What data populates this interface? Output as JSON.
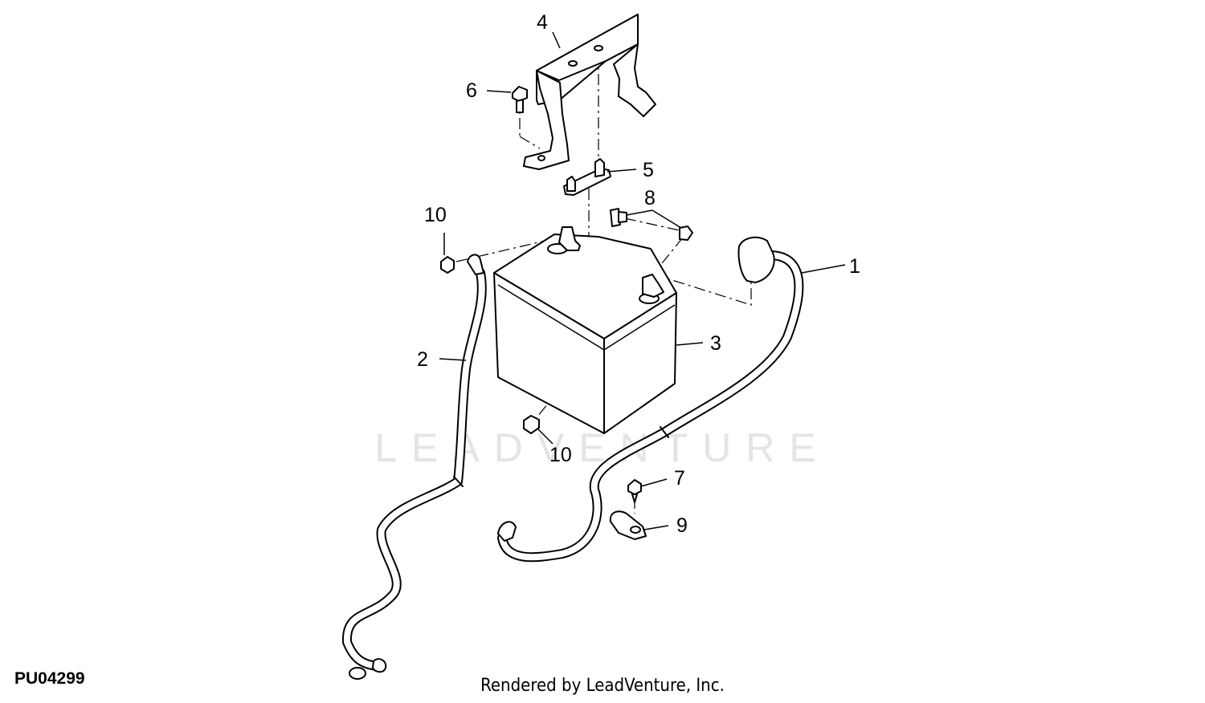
{
  "diagram": {
    "code": "PU04299",
    "credit": "Rendered by LeadVenture, Inc.",
    "watermark": "LEADVENTURE",
    "callouts": {
      "c1": "1",
      "c2": "2",
      "c3": "3",
      "c4": "4",
      "c5": "5",
      "c6": "6",
      "c7": "7",
      "c8": "8",
      "c9": "9",
      "c10a": "10",
      "c10b": "10"
    }
  },
  "parts": {
    "p1": "positive-cable-icon",
    "p2": "negative-cable-icon",
    "p3": "battery-icon",
    "p4": "hold-down-bracket-icon",
    "p5": "hold-down-bar-icon",
    "p6": "screw-icon",
    "p7": "screw-icon",
    "p8": "bolt-icon",
    "p9": "clamp-icon",
    "p10": "nut-icon"
  },
  "colors": {
    "line": "#000000",
    "background": "#ffffff",
    "watermark": "#e4e4e4"
  }
}
